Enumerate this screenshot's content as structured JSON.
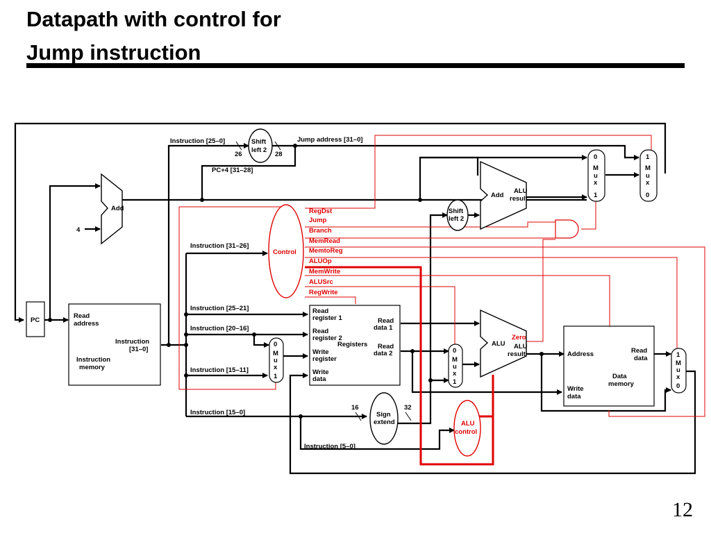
{
  "slide": {
    "title_line1": "Datapath with control for",
    "title_line2": "Jump instruction",
    "page_number": "12"
  },
  "colors": {
    "wire": "#000000",
    "control_wire": "#e00000"
  },
  "blocks": {
    "pc": "PC",
    "add": "Add",
    "four": "4",
    "shift_left2_top": [
      "Shift",
      "left 2"
    ],
    "shift_left2_mid": [
      "Shift",
      "left 2"
    ],
    "control": "Control",
    "imem": {
      "read_address": [
        "Read",
        "address"
      ],
      "instruction": [
        "Instruction",
        "[31–0]"
      ],
      "name": [
        "Instruction",
        "memory"
      ]
    },
    "registers": {
      "read_reg1": [
        "Read",
        "register 1"
      ],
      "read_reg2": [
        "Read",
        "register 2"
      ],
      "write_reg": [
        "Write",
        "register"
      ],
      "write_data": [
        "Write",
        "data"
      ],
      "read_data1": [
        "Read",
        "data 1"
      ],
      "read_data2": [
        "Read",
        "data 2"
      ],
      "name": "Registers"
    },
    "sign_extend": [
      "Sign",
      "extend"
    ],
    "alu": {
      "name": "ALU",
      "zero": "Zero",
      "result": [
        "ALU",
        "result"
      ]
    },
    "add_alu": {
      "name": "Add",
      "result": [
        "ALU",
        "result"
      ]
    },
    "alu_control": [
      "ALU",
      "control"
    ],
    "dmem": {
      "address": "Address",
      "read_data": [
        "Read",
        "data"
      ],
      "write_data": [
        "Write",
        "data"
      ],
      "name": [
        "Data",
        "memory"
      ]
    },
    "mux_letters": [
      "M",
      "u",
      "x"
    ]
  },
  "labels": {
    "instr_25_0": "Instruction [25–0]",
    "jump_address": "Jump address [31–0]",
    "pc4": "PC+4 [31–28]",
    "n26": "26",
    "n28": "28",
    "instr_31_26": "Instruction [31–26]",
    "instr_25_21": "Instruction [25–21]",
    "instr_20_16": "Instruction [20–16]",
    "instr_15_11": "Instruction [15–11]",
    "instr_15_0": "Instruction [15–0]",
    "instr_5_0": "Instruction [5–0]",
    "n16": "16",
    "n32": "32",
    "zero_label": "0",
    "one_label": "1"
  },
  "control_signals": [
    "RegDst",
    "Jump",
    "Branch",
    "MemRead",
    "MemtoReg",
    "ALUOp",
    "MemWrite",
    "ALUSrc",
    "RegWrite"
  ]
}
